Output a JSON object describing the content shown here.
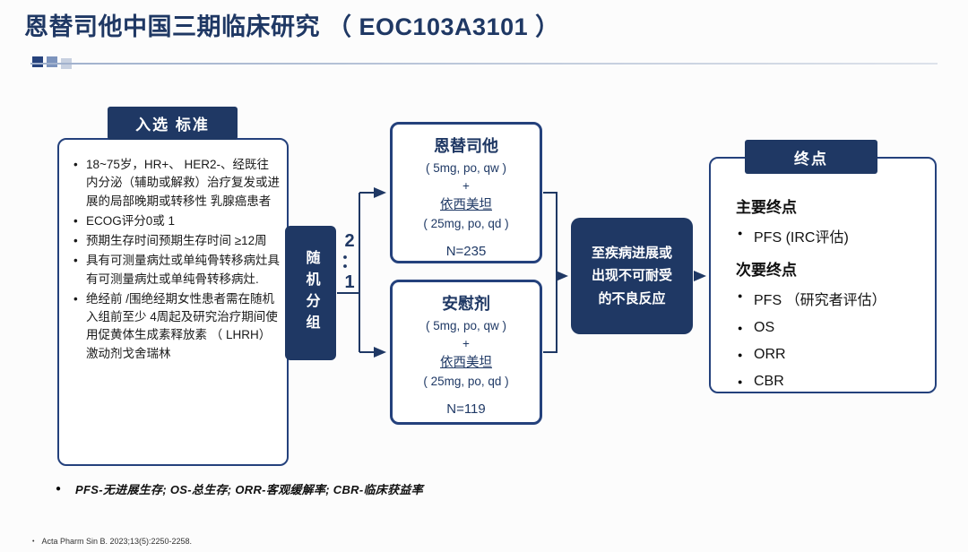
{
  "page": {
    "title": "恩替司他中国三期临床研究 （ EOC103A3101 ）"
  },
  "colors": {
    "navy": "#1f3864"
  },
  "inclusion": {
    "header": "入选 标准",
    "items": [
      "18~75岁，HR+、 HER2-、经既往内分泌（辅助或解救）治疗复发或进展的局部晚期或转移性 乳腺癌患者",
      "ECOG评分0或 1",
      "预期生存时间预期生存时间 ≥12周",
      "具有可测量病灶或单纯骨转移病灶具有可测量病灶或单纯骨转移病灶.",
      "绝经前 /围绝经期女性患者需在随机入组前至少 4周起及研究治疗期间使用促黄体生成素释放素 （ LHRH）激动剂戈舍瑞林"
    ]
  },
  "randomization": {
    "label": "随机分组",
    "ratio": [
      "2",
      "：",
      "1"
    ]
  },
  "arms": [
    {
      "title": "恩替司他",
      "dose1": "( 5mg, po, qw )",
      "plus": "+",
      "drug2": "依西美坦",
      "dose2": "( 25mg, po, qd )",
      "n": "N=235"
    },
    {
      "title": "安慰剂",
      "dose1": "( 5mg, po, qw )",
      "plus": "+",
      "drug2": "依西美坦",
      "dose2": "( 25mg, po, qd )",
      "n": "N=119"
    }
  ],
  "progression": {
    "line1": "至疾病进展或",
    "line2": "出现不可耐受",
    "line3": "的不良反应"
  },
  "endpoints": {
    "header": "终点",
    "primary_label": "主要终点",
    "primary_items": [
      "PFS (IRC评估)"
    ],
    "secondary_label": "次要终点",
    "secondary_items": [
      "PFS （研究者评估）",
      "OS",
      "ORR",
      "CBR"
    ]
  },
  "footnote": "PFS-无进展生存; OS-总生存; ORR-客观缓解率; CBR-临床获益率",
  "reference": "Acta Pharm Sin B. 2023;13(5):2250-2258."
}
